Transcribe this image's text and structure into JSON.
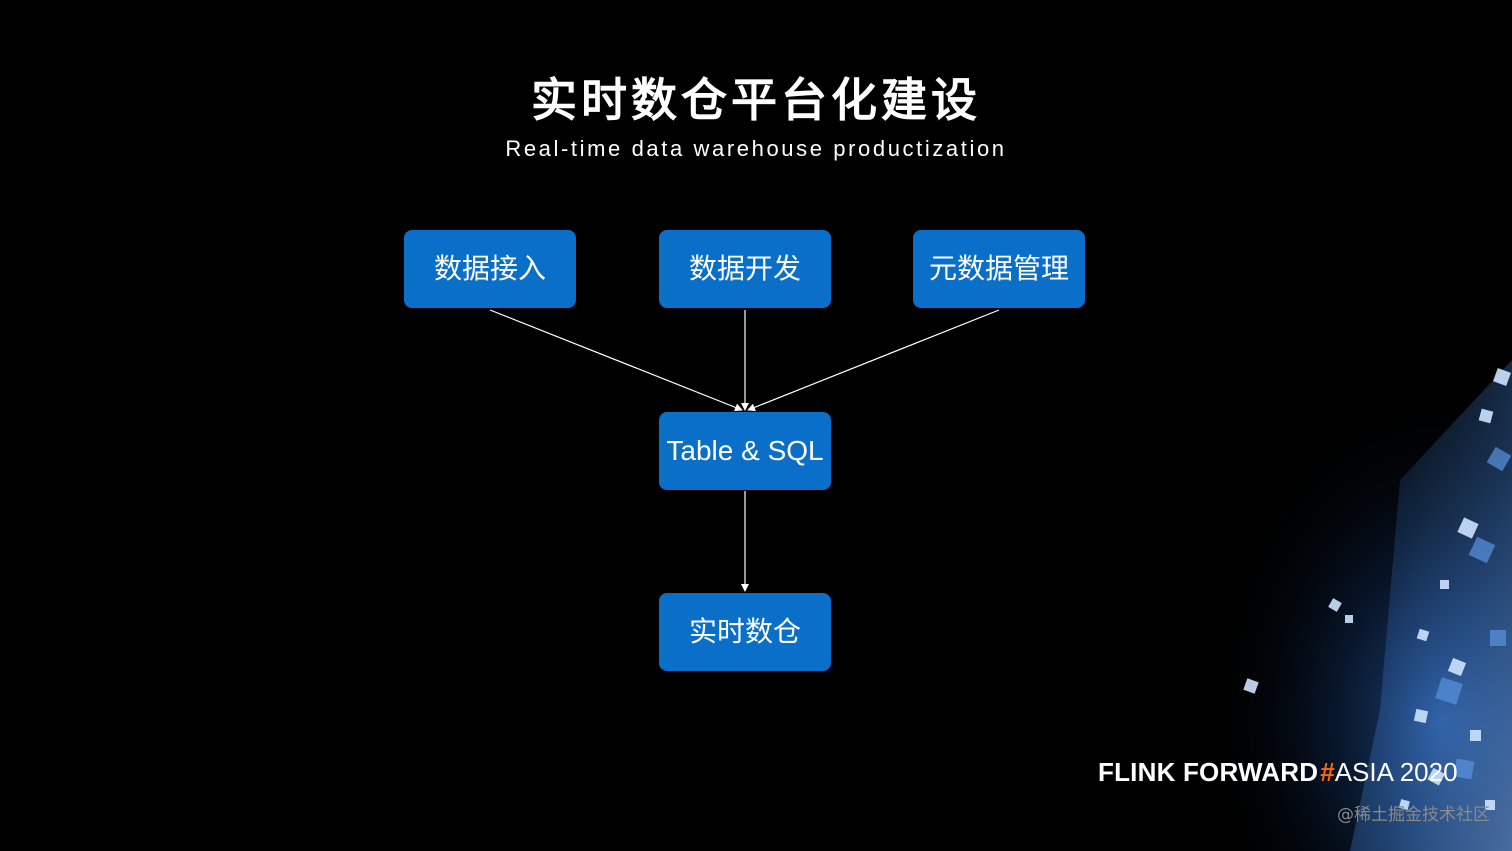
{
  "title": "实时数仓平台化建设",
  "subtitle": "Real-time data warehouse productization",
  "diagram": {
    "nodes": {
      "ingest": "数据接入",
      "develop": "数据开发",
      "metadata": "元数据管理",
      "table_sql": "Table & SQL",
      "realtime_dw": "实时数仓"
    },
    "edges": [
      {
        "from": "数据接入",
        "to": "Table & SQL"
      },
      {
        "from": "数据开发",
        "to": "Table & SQL"
      },
      {
        "from": "元数据管理",
        "to": "Table & SQL"
      },
      {
        "from": "Table & SQL",
        "to": "实时数仓"
      }
    ]
  },
  "brand": {
    "main": "FLINK FORWARD",
    "hash": "#",
    "asia": "ASIA 2020"
  },
  "watermark": "@稀土掘金技术社区",
  "colors": {
    "background": "#000000",
    "node_fill": "#0a6fc9",
    "accent": "#ff6a00",
    "edge": "#ffffff"
  }
}
